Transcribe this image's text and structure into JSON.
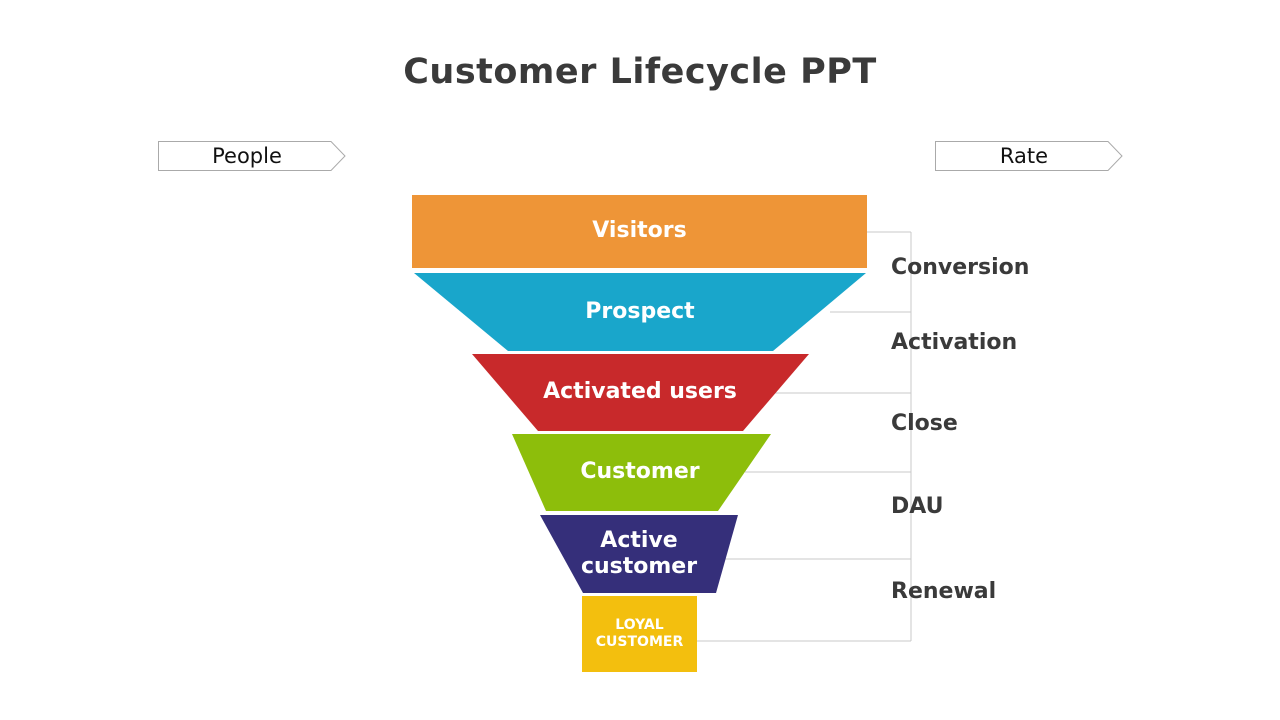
{
  "title": "Customer Lifecycle PPT",
  "tags": {
    "people": "People",
    "rate": "Rate"
  },
  "stages": [
    {
      "label": "Visitors",
      "color": "#EE9537"
    },
    {
      "label": "Prospect",
      "color": "#19A6CB"
    },
    {
      "label": "Activated users",
      "color": "#C8292B"
    },
    {
      "label": "Customer",
      "color": "#8DBE0B"
    },
    {
      "label": "Active customer",
      "color": "#352F7A"
    },
    {
      "label": "LOYAL CUSTOMER",
      "color": "#F3BF0E"
    }
  ],
  "rates": [
    "Conversion",
    "Activation",
    "Close",
    "DAU",
    "Renewal"
  ],
  "colors": {
    "title": "#3A3A3A",
    "connector": "#C8C8C8",
    "tag_border": "#AAAAAA"
  }
}
